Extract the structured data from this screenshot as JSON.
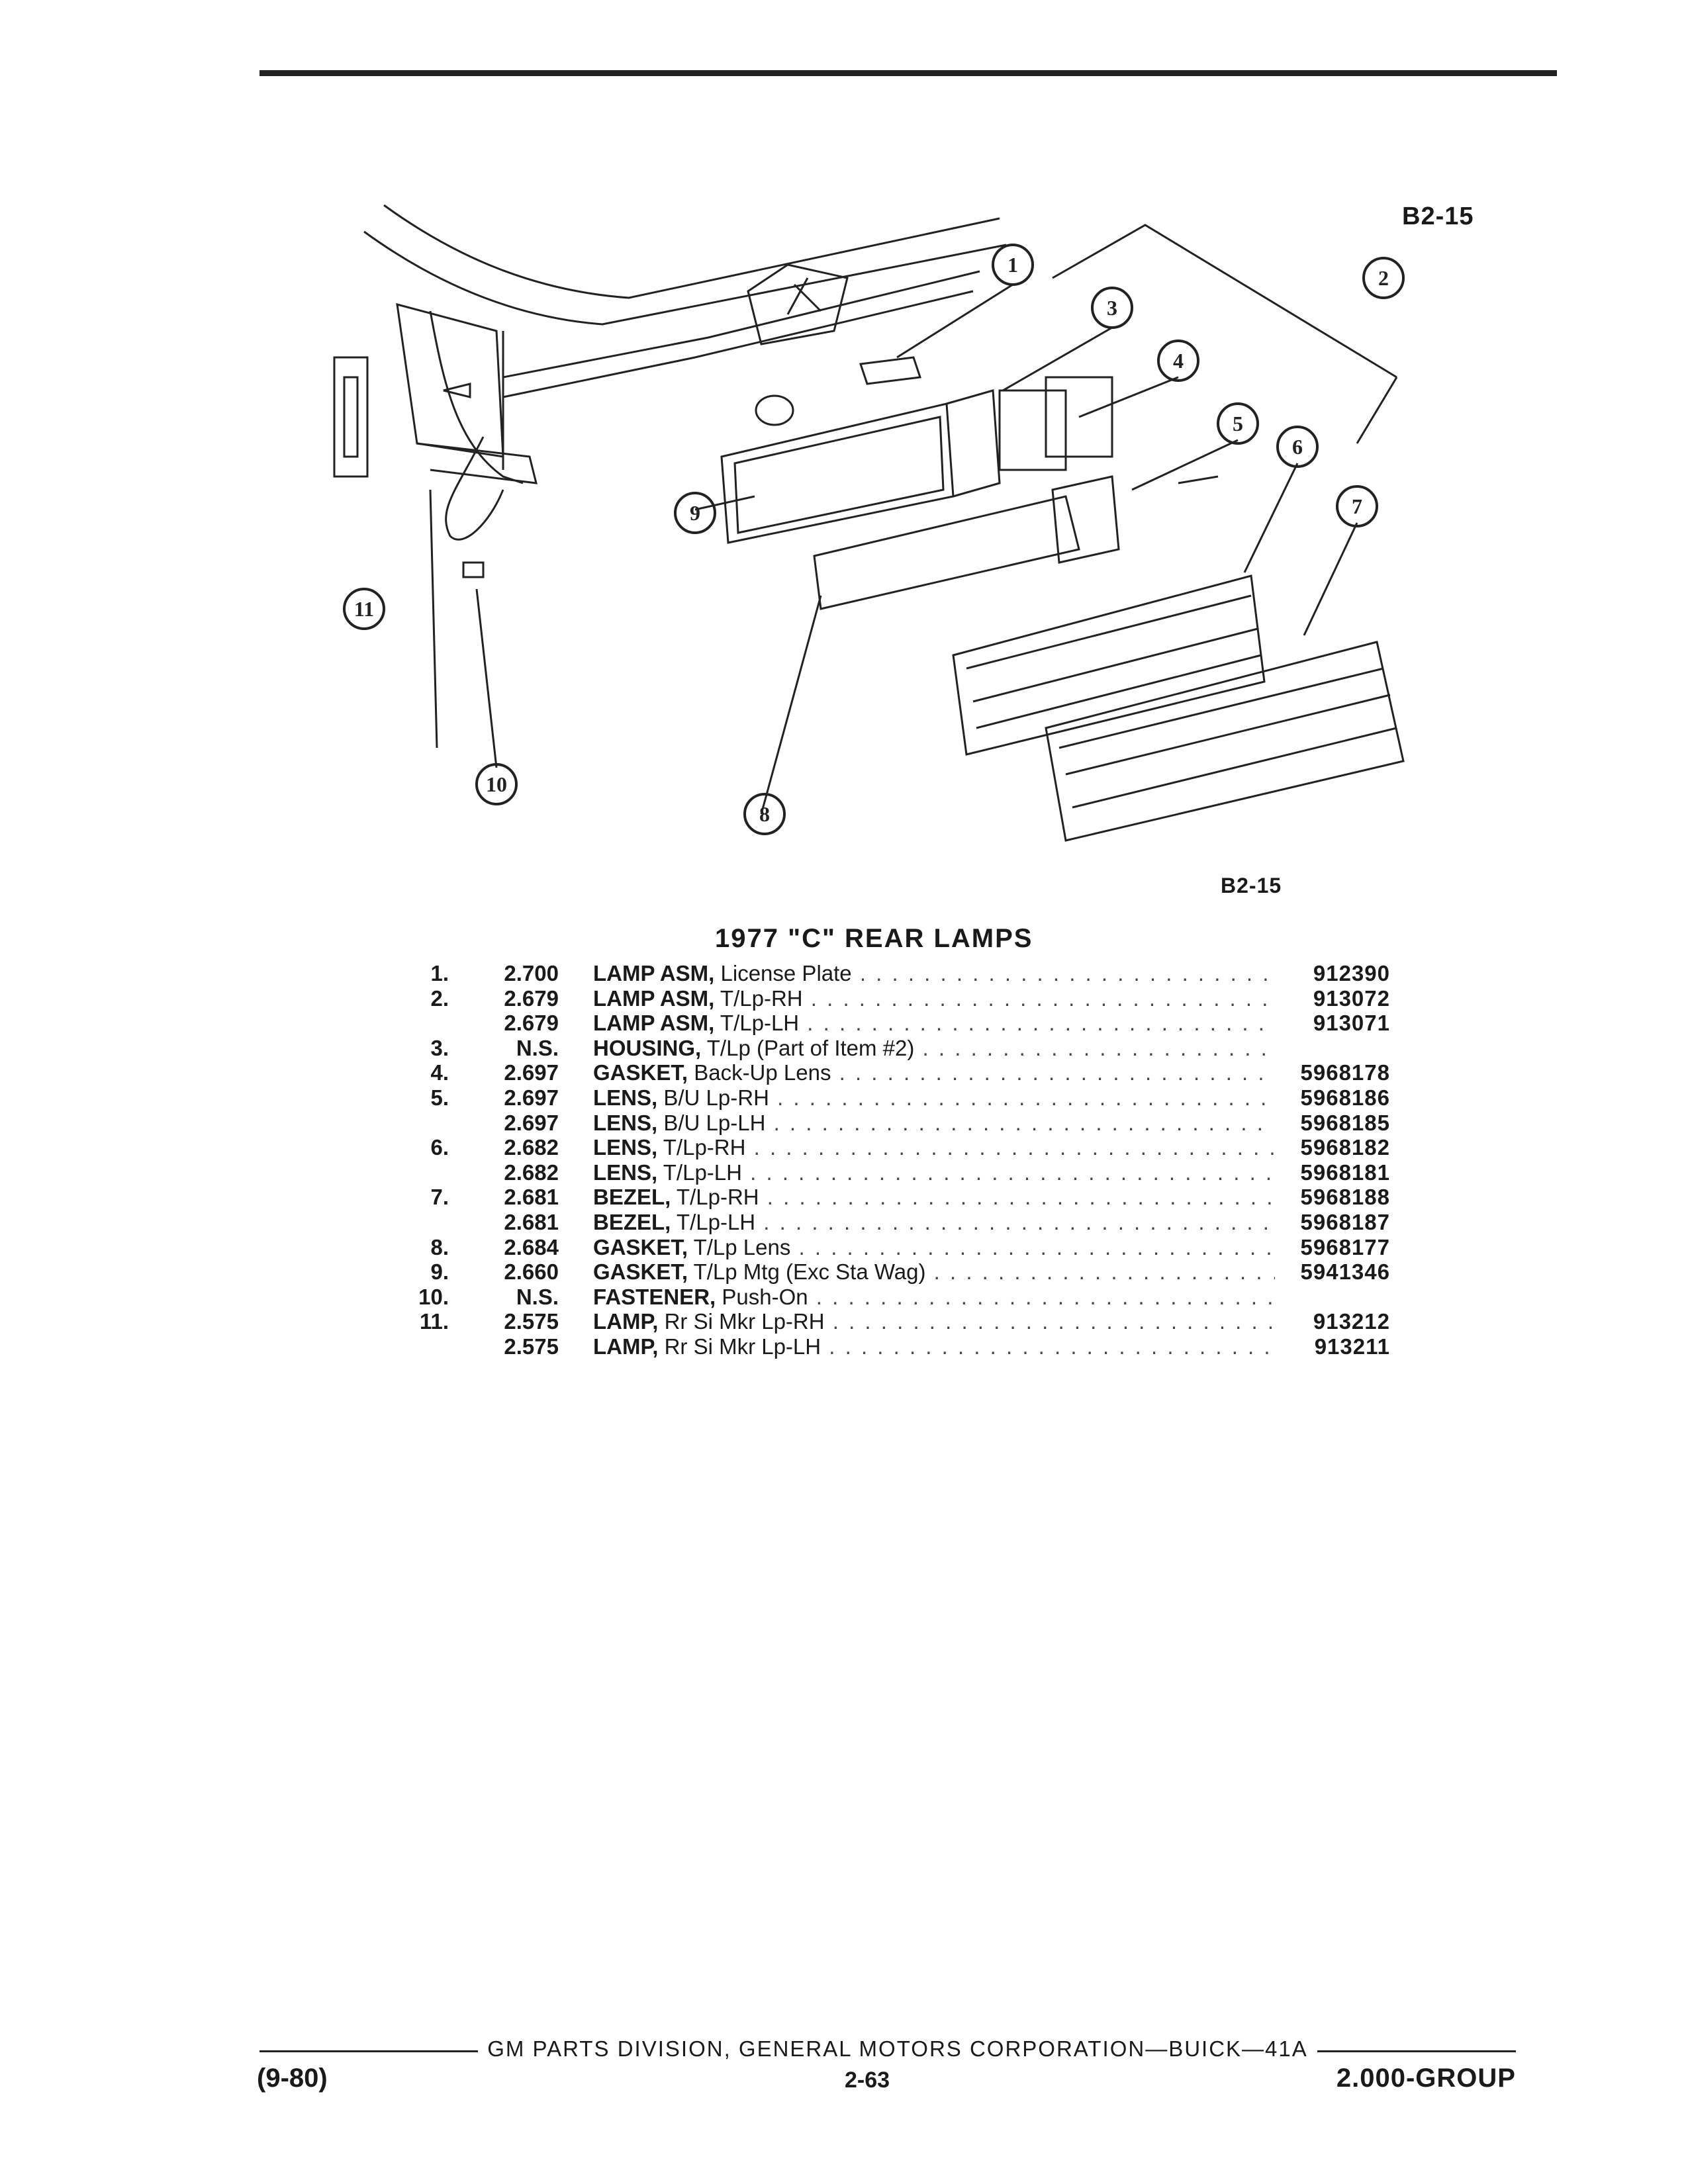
{
  "figure": {
    "code_top": "B2-15",
    "code_bottom": "B2-15",
    "callouts": [
      "1",
      "2",
      "3",
      "4",
      "5",
      "6",
      "7",
      "8",
      "9",
      "10",
      "11"
    ]
  },
  "section_title": "1977 \"C\" REAR LAMPS",
  "parts": [
    {
      "item": "1.",
      "group": "2.700",
      "name": "LAMP ASM,",
      "detail": "License Plate",
      "part_no": "912390"
    },
    {
      "item": "2.",
      "group": "2.679",
      "name": "LAMP ASM,",
      "detail": "T/Lp-RH",
      "part_no": "913072"
    },
    {
      "item": "",
      "group": "2.679",
      "name": "LAMP ASM,",
      "detail": "T/Lp-LH",
      "part_no": "913071"
    },
    {
      "item": "3.",
      "group": "N.S.",
      "name": "HOUSING,",
      "detail": "T/Lp (Part of Item #2)",
      "part_no": ""
    },
    {
      "item": "4.",
      "group": "2.697",
      "name": "GASKET,",
      "detail": "Back-Up Lens",
      "part_no": "5968178"
    },
    {
      "item": "5.",
      "group": "2.697",
      "name": "LENS,",
      "detail": "B/U Lp-RH",
      "part_no": "5968186"
    },
    {
      "item": "",
      "group": "2.697",
      "name": "LENS,",
      "detail": "B/U Lp-LH",
      "part_no": "5968185"
    },
    {
      "item": "6.",
      "group": "2.682",
      "name": "LENS,",
      "detail": "T/Lp-RH",
      "part_no": "5968182"
    },
    {
      "item": "",
      "group": "2.682",
      "name": "LENS,",
      "detail": "T/Lp-LH",
      "part_no": "5968181"
    },
    {
      "item": "7.",
      "group": "2.681",
      "name": "BEZEL,",
      "detail": "T/Lp-RH",
      "part_no": "5968188"
    },
    {
      "item": "",
      "group": "2.681",
      "name": "BEZEL,",
      "detail": "T/Lp-LH",
      "part_no": "5968187"
    },
    {
      "item": "8.",
      "group": "2.684",
      "name": "GASKET,",
      "detail": "T/Lp Lens",
      "part_no": "5968177"
    },
    {
      "item": "9.",
      "group": "2.660",
      "name": "GASKET,",
      "detail": "T/Lp Mtg (Exc Sta Wag)",
      "part_no": "5941346"
    },
    {
      "item": "10.",
      "group": "N.S.",
      "name": "FASTENER,",
      "detail": "Push-On",
      "part_no": ""
    },
    {
      "item": "11.",
      "group": "2.575",
      "name": "LAMP,",
      "detail": "Rr Si Mkr Lp-RH",
      "part_no": "913212"
    },
    {
      "item": "",
      "group": "2.575",
      "name": "LAMP,",
      "detail": "Rr Si Mkr Lp-LH",
      "part_no": "913211"
    }
  ],
  "footer": {
    "corporation": "GM PARTS DIVISION, GENERAL MOTORS CORPORATION—BUICK—41A",
    "date": "(9-80)",
    "page": "2-63",
    "group": "2.000-GROUP"
  }
}
